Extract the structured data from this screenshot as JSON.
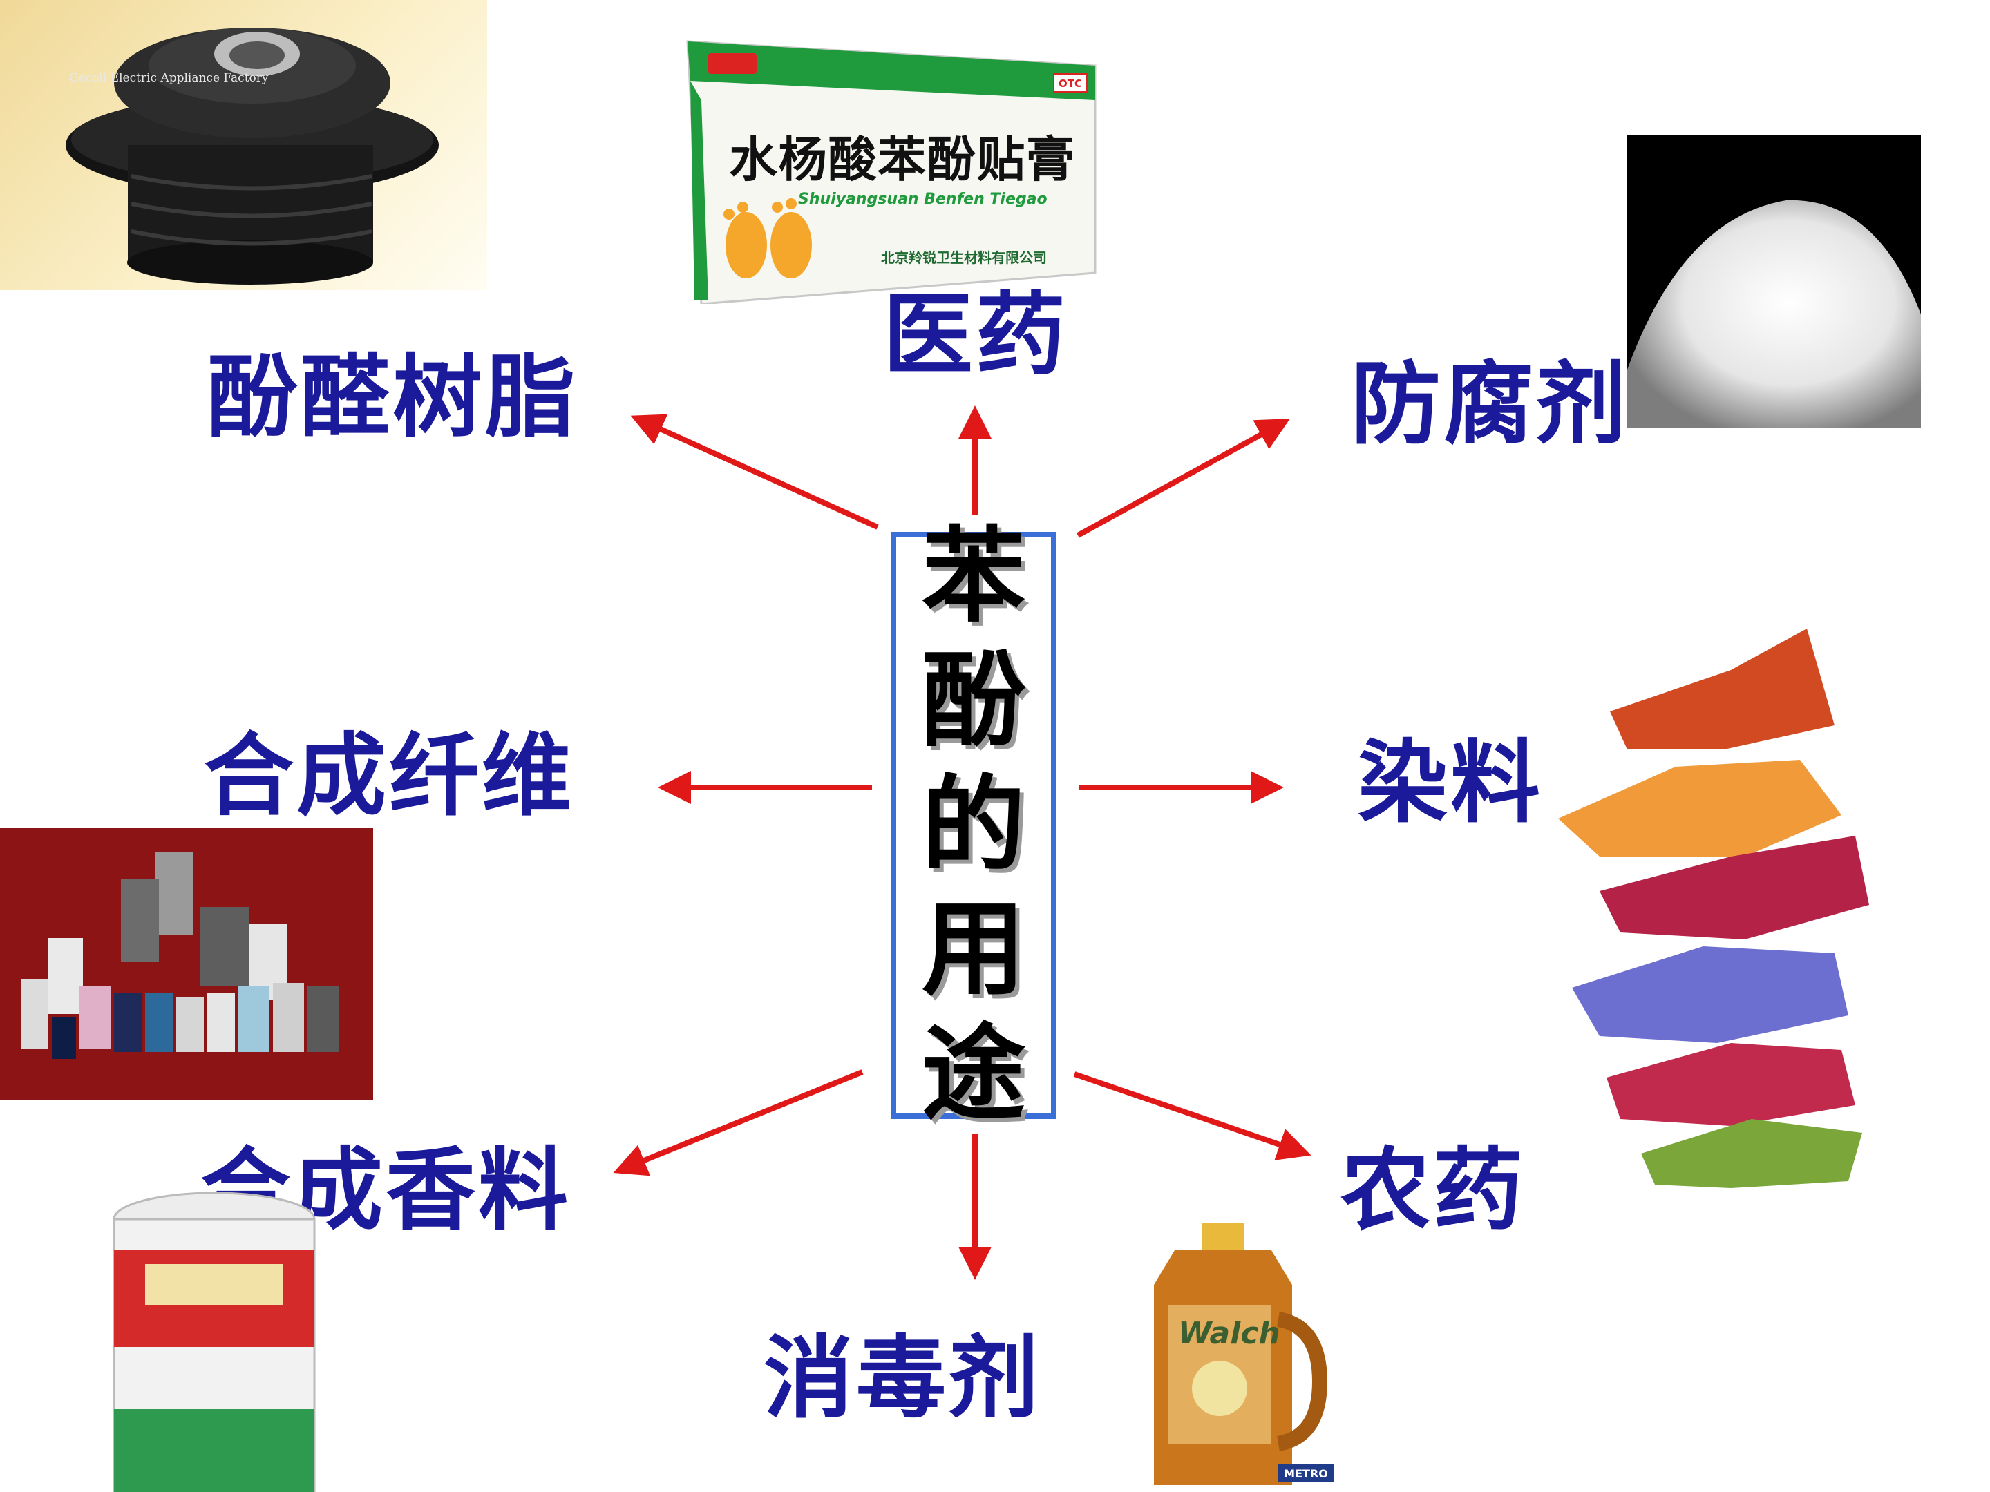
{
  "center": {
    "title": "苯酚的用途",
    "chars": [
      "苯",
      "酚",
      "的",
      "用",
      "途"
    ]
  },
  "uses": {
    "phenolic_resin": "酚醛树脂",
    "medicine": "医药",
    "preservative": "防腐剂",
    "synthetic_fiber": "合成纤维",
    "dye": "染料",
    "synthetic_fragrance": "合成香料",
    "disinfectant": "消毒剂",
    "pesticide": "农药"
  },
  "images": {
    "lamp_socket_watermark": "Gecoll Electric Appliance Factory",
    "plaster_box": {
      "title": "水杨酸苯酚贴膏",
      "pinyin": "Shuiyangsuan Benfen Tiegao",
      "badge": "OTC",
      "maker": "北京羚锐卫生材料有限公司"
    },
    "bottle_brand": "Walch",
    "bottle_store": "METRO"
  },
  "colors": {
    "label": "#1a1a9a",
    "arrow": "#e01818",
    "box_border": "#3b6fd8"
  }
}
